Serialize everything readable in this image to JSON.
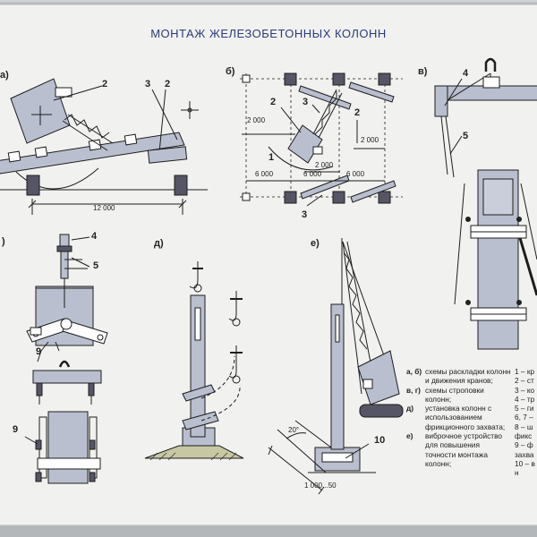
{
  "title": "МОНТАЖ ЖЕЛЕЗОБЕТОННЫХ КОЛОНН",
  "panels": {
    "a": "а)",
    "b": "б)",
    "v": "в)",
    "g": ")",
    "d": "д)",
    "e": "е)"
  },
  "callouts": {
    "a_2": "2",
    "a_3": "3",
    "a_2b": "2",
    "b_3top": "3",
    "b_2": "2",
    "b_2right": "2",
    "b_1": "1",
    "b_3bot": "3",
    "v_4": "4",
    "v_5": "5",
    "g_4": "4",
    "g_5": "5",
    "g_9a": "9",
    "g_9b": "9",
    "e_10": "10"
  },
  "dimensions": {
    "a_span": "12 000",
    "b_2000_left": "2 000",
    "b_2000_right": "2 000",
    "b_2000_mid": "2 000",
    "b_6000_a": "6 000",
    "b_6000_b": "6 000",
    "b_6000_c": "6 000",
    "e_angle": "20°",
    "e_range": "1 000...50"
  },
  "legend_left": [
    {
      "key": "а, б)",
      "text": "схемы раскладки колонн и движения кранов;"
    },
    {
      "key": "в, г)",
      "text": "схемы строповки колонн;"
    },
    {
      "key": "д)",
      "text": "установка колонн с использованием фрикционного захвата;"
    },
    {
      "key": "е)",
      "text": "виброчное устройство для повышения точности монтажа колонн;"
    }
  ],
  "legend_right": [
    "1 – кр",
    "2 – ст",
    "3 – ко",
    "4 – тр",
    "5 – ги",
    "6, 7 –",
    "8 – ш",
    "фикс",
    "9 – ф",
    "захва",
    "10 – в",
    "н"
  ]
}
